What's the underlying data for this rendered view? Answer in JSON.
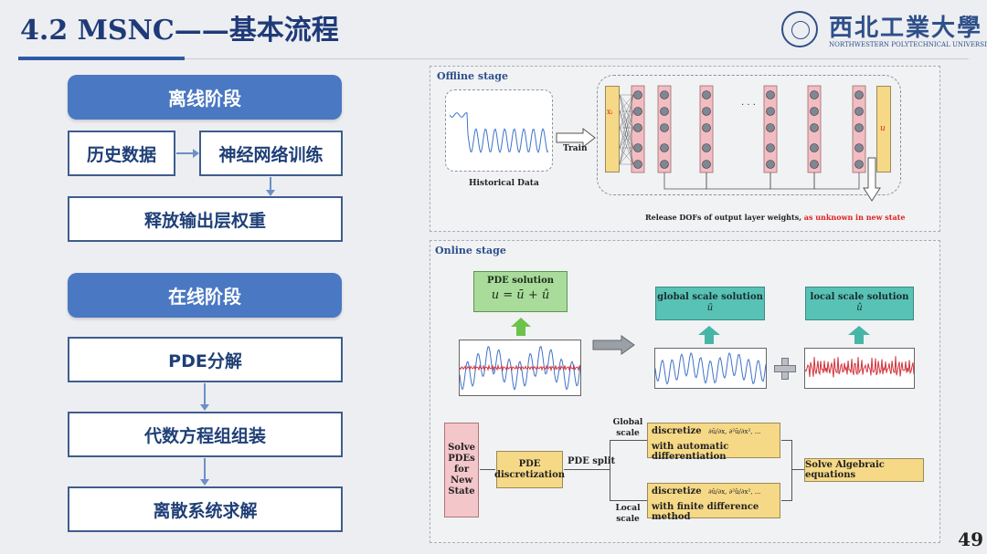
{
  "header": {
    "title": "4.2 MSNC——基本流程"
  },
  "logo": {
    "cn": "西北工業大學",
    "en": "NORTHWESTERN POLYTECHNICAL UNIVERSITY"
  },
  "left": {
    "offline_stage": "离线阶段",
    "history_data": "历史数据",
    "nn_training": "神经网络训练",
    "release_weights": "释放输出层权重",
    "online_stage": "在线阶段",
    "pde_decomp": "PDE分解",
    "assemble": "代数方程组组装",
    "solve_discrete": "离散系统求解"
  },
  "offline": {
    "title": "Offline stage",
    "hist_label": "Historical Data",
    "train_label": "Train",
    "release_text": "Release DOFs of output layer weights,",
    "release_highlight": " as unknown in new state",
    "dots": "· · ·",
    "node_mark": "xᵢ",
    "out_mark": "u"
  },
  "online": {
    "title": "Online stage",
    "pde_solution": "PDE solution",
    "pde_formula": "u = ū + û",
    "global_solution": "global scale solution",
    "global_sym": "ū",
    "local_solution": "local scale solution",
    "local_sym": "û",
    "solve_pdes": "Solve PDEs for New State",
    "pde_discretization": "PDE discretization",
    "pde_split": "PDE split",
    "global_scale": "Global scale",
    "local_scale": "Local scale",
    "discretize": "discretize",
    "global_frac": "∂ū/∂x, ∂²ū/∂x², ...",
    "local_frac": "∂û/∂x, ∂²û/∂x², ...",
    "auto_diff": "with automatic differentiation",
    "finite_diff": "with finite difference method",
    "solve_alg": "Solve Algebraic equations",
    "plus": "+"
  },
  "page_number": "49",
  "colors": {
    "stage_blue": "#4a78c2",
    "box_border": "#3f5c8e",
    "title_blue": "#1f3a78",
    "accent_red": "#e02020",
    "wave_blue": "#3f73c9",
    "wave_red": "#d2323c"
  },
  "icons": [
    "university-seal-icon",
    "down-arrow-icon",
    "right-arrow-icon",
    "plus-icon",
    "up-arrow-icon"
  ]
}
